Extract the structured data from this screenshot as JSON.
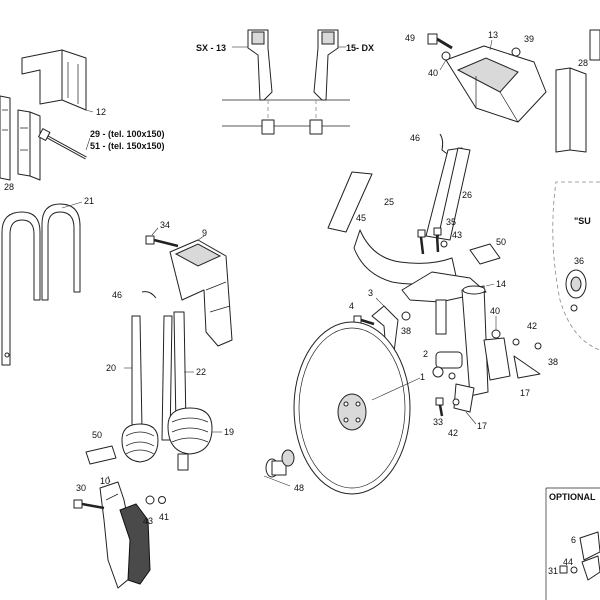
{
  "title_sx": "SX - 13",
  "title_dx": "15- DX",
  "callouts": {
    "c12": "12",
    "c29": "29 - (tel. 100x150)",
    "c51": "51 - (tel. 150x150)",
    "c28a": "28",
    "c21": "21",
    "c34": "34",
    "c9": "9",
    "c46a": "46",
    "c20": "20",
    "c22": "22",
    "c19": "19",
    "c50a": "50",
    "c10": "10",
    "c30": "30",
    "c43a": "43",
    "c41": "41",
    "c49": "49",
    "c13": "13",
    "c39": "39",
    "c40a": "40",
    "c28b": "28",
    "c46b": "46",
    "c25": "25",
    "c26": "26",
    "c45": "45",
    "c35": "35",
    "c43b": "43",
    "c50b": "50",
    "c14": "14",
    "c4": "4",
    "c3": "3",
    "c38a": "38",
    "c40b": "40",
    "c42a": "42",
    "c38b": "38",
    "c2": "2",
    "c1": "1",
    "c17a": "17",
    "c33": "33",
    "c42b": "42",
    "c17b": "17",
    "c36": "36",
    "c48": "48",
    "c6": "6",
    "c44": "44",
    "c31": "31"
  },
  "inset_text": "\"SU",
  "optional_label": "OPTIONAL"
}
